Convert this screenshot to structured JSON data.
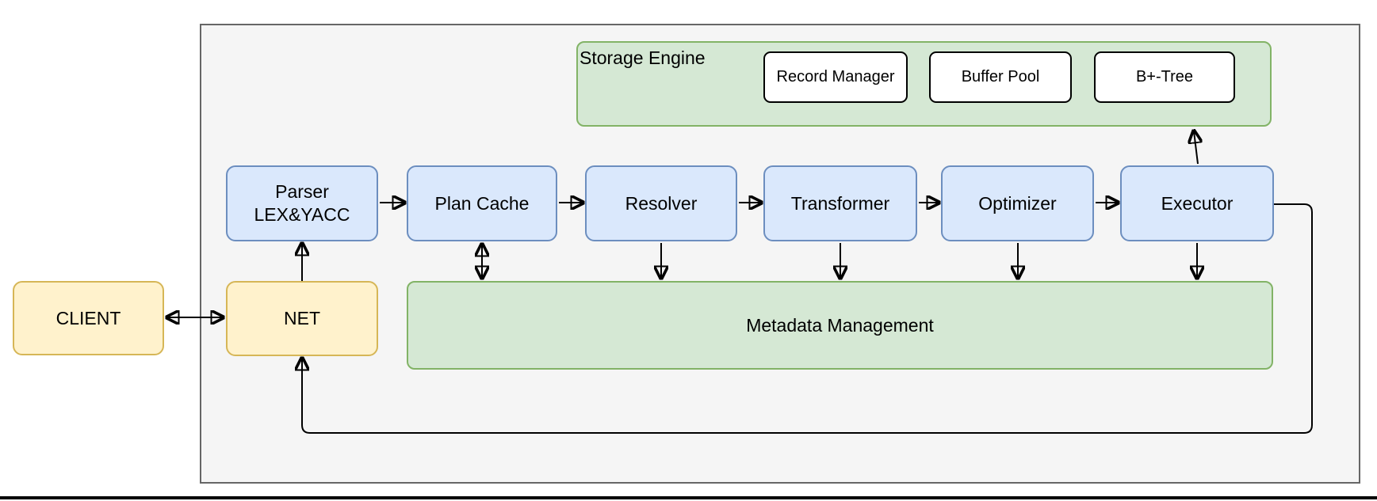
{
  "client": {
    "label": "CLIENT"
  },
  "net": {
    "label": "NET"
  },
  "pipeline": [
    {
      "label": "Parser\nLEX&YACC"
    },
    {
      "label": "Plan Cache"
    },
    {
      "label": "Resolver"
    },
    {
      "label": "Transformer"
    },
    {
      "label": "Optimizer"
    },
    {
      "label": "Executor"
    }
  ],
  "storage_engine": {
    "title": "Storage Engine",
    "components": [
      {
        "label": "Record Manager"
      },
      {
        "label": "Buffer Pool"
      },
      {
        "label": "B+-Tree"
      }
    ]
  },
  "metadata": {
    "label": "Metadata Management"
  },
  "colors": {
    "yellow_fill": "#FFF2CC",
    "yellow_stroke": "#D6B656",
    "blue_fill": "#DAE8FC",
    "blue_stroke": "#6C8EBF",
    "green_fill": "#D5E8D4",
    "green_stroke": "#82B366",
    "container_fill": "#F5F5F5",
    "container_stroke": "#666666",
    "arrow": "#000000"
  }
}
